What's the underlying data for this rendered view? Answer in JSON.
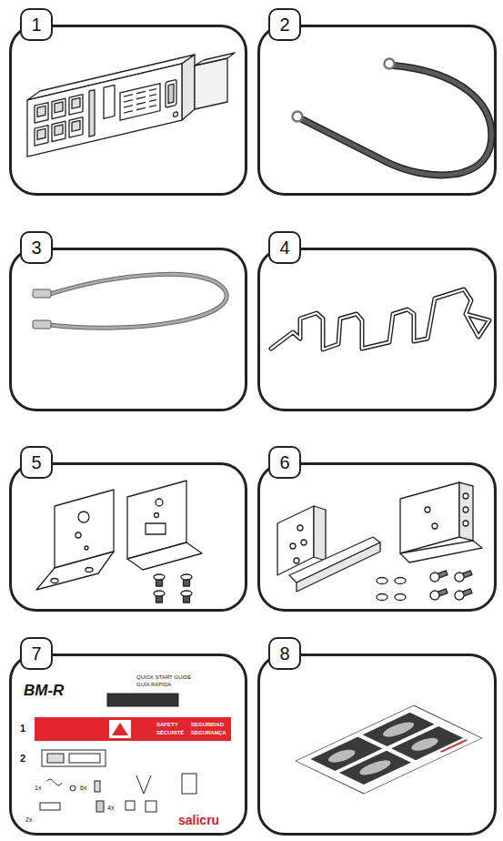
{
  "diagram": {
    "nodes": [
      {
        "text": [
          "1"
        ]
      },
      {
        "text": [
          "2"
        ]
      },
      {
        "text": [
          "3"
        ]
      },
      {
        "text": [
          "4"
        ]
      },
      {
        "text": [
          "5"
        ]
      },
      {
        "text": [
          "6"
        ]
      },
      {
        "text": [
          "7"
        ]
      },
      {
        "text": [
          "8"
        ]
      }
    ],
    "labels": [
      "BM-R",
      "QUICK START GUIDE",
      "GUÍA RÁPIDA",
      "1",
      "SAFETY",
      "SÉCURITÉ",
      "SEGURIDAD",
      "SEGURANÇA",
      "2",
      "1x",
      "6x",
      "4x",
      "2x",
      "salicru"
    ]
  }
}
